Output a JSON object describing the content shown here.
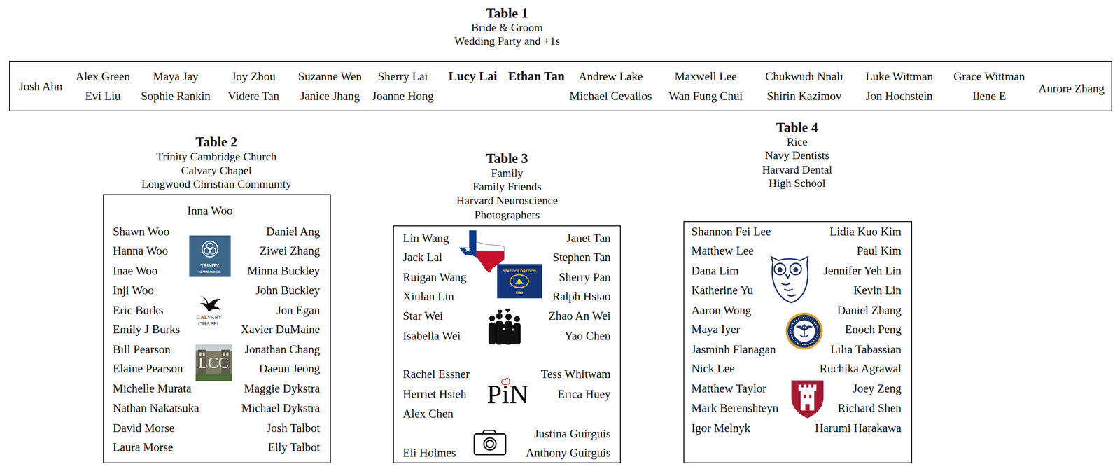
{
  "diagram": {
    "nodes": [
      {
        "text": [
          "Table 1",
          "Bride & Groom",
          "Wedding Party and +1s",
          "Josh Ahn",
          "Alex Green",
          "Maya Jay",
          "Joy Zhou",
          "Suzanne Wen",
          "Sherry Lai",
          "Lucy Lai",
          "Ethan Tan",
          "Andrew Lake",
          "Maxwell Lee",
          "Chukwudi Nnali",
          "Luke Wittman",
          "Grace Wittman",
          "Aurore Zhang",
          "Evi Liu",
          "Sophie Rankin",
          "Videre Tan",
          "Janice Jhang",
          "Joanne Hong",
          "Michael Cevallos",
          "Wan Fung Chui",
          "Shirin Kazimov",
          "Jon Hochstein",
          "Ilene E"
        ]
      },
      {
        "text": [
          "Table 2",
          "Trinity Cambridge Church",
          "Calvary Chapel",
          "Longwood Christian Community",
          "Inna Woo",
          "Shawn Woo",
          "Daniel Ang",
          "Hanna Woo",
          "Ziwei Zhang",
          "Inae Woo",
          "Minna Buckley",
          "Inji Woo",
          "John Buckley",
          "Eric Burks",
          "Jon Egan",
          "Emily J Burks",
          "Xavier DuMaine",
          "Bill Pearson",
          "Jonathan Chang",
          "Elaine Pearson",
          "Daeun Jeong",
          "Michelle Murata",
          "Maggie Dykstra",
          "Nathan Nakatsuka",
          "Michael Dykstra",
          "David Morse",
          "Josh Talbot",
          "Laura Morse",
          "Elly Talbot"
        ]
      },
      {
        "text": [
          "Table 3",
          "Family",
          "Family Friends",
          "Harvard Neuroscience",
          "Photographers",
          "Lin Wang",
          "Janet Tan",
          "Jack Lai",
          "Stephen Tan",
          "Ruigan Wang",
          "Sherry Pan",
          "Xiulan Lin",
          "Ralph Hsiao",
          "Star Wei",
          "Zhao An Wei",
          "Isabella Wei",
          "Yao Chen",
          "Rachel Essner",
          "Tess Whitwam",
          "Herriet Hsieh",
          "Erica Huey",
          "Alex Chen",
          "Justina Guirguis",
          "Eli Holmes",
          "Anthony Guirguis"
        ]
      },
      {
        "text": [
          "Table 4",
          "Rice",
          "Navy Dentists",
          "Harvard Dental",
          "High School",
          "Shannon Fei Lee",
          "Lidia Kuo Kim",
          "Matthew Lee",
          "Paul Kim",
          "Dana Lim",
          "Jennifer Yeh Lin",
          "Katherine Yu",
          "Kevin Lin",
          "Aaron Wong",
          "Daniel Zhang",
          "Maya Iyer",
          "Enoch Peng",
          "Jasminh Flanagan",
          "Lilia Tabassian",
          "Nick Lee",
          "Ruchika Agrawal",
          "Matthew Taylor",
          "Joey Zeng",
          "Mark Berenshteyn",
          "Richard Shen",
          "Igor Melnyk",
          "Harumi Harakawa"
        ]
      }
    ],
    "labels": [
      "TRINITY",
      "CAMBRIDGE",
      "CALVARY",
      "CHAPEL",
      "LCC",
      "PiN",
      "STATE OF OREGON",
      "1859"
    ]
  }
}
